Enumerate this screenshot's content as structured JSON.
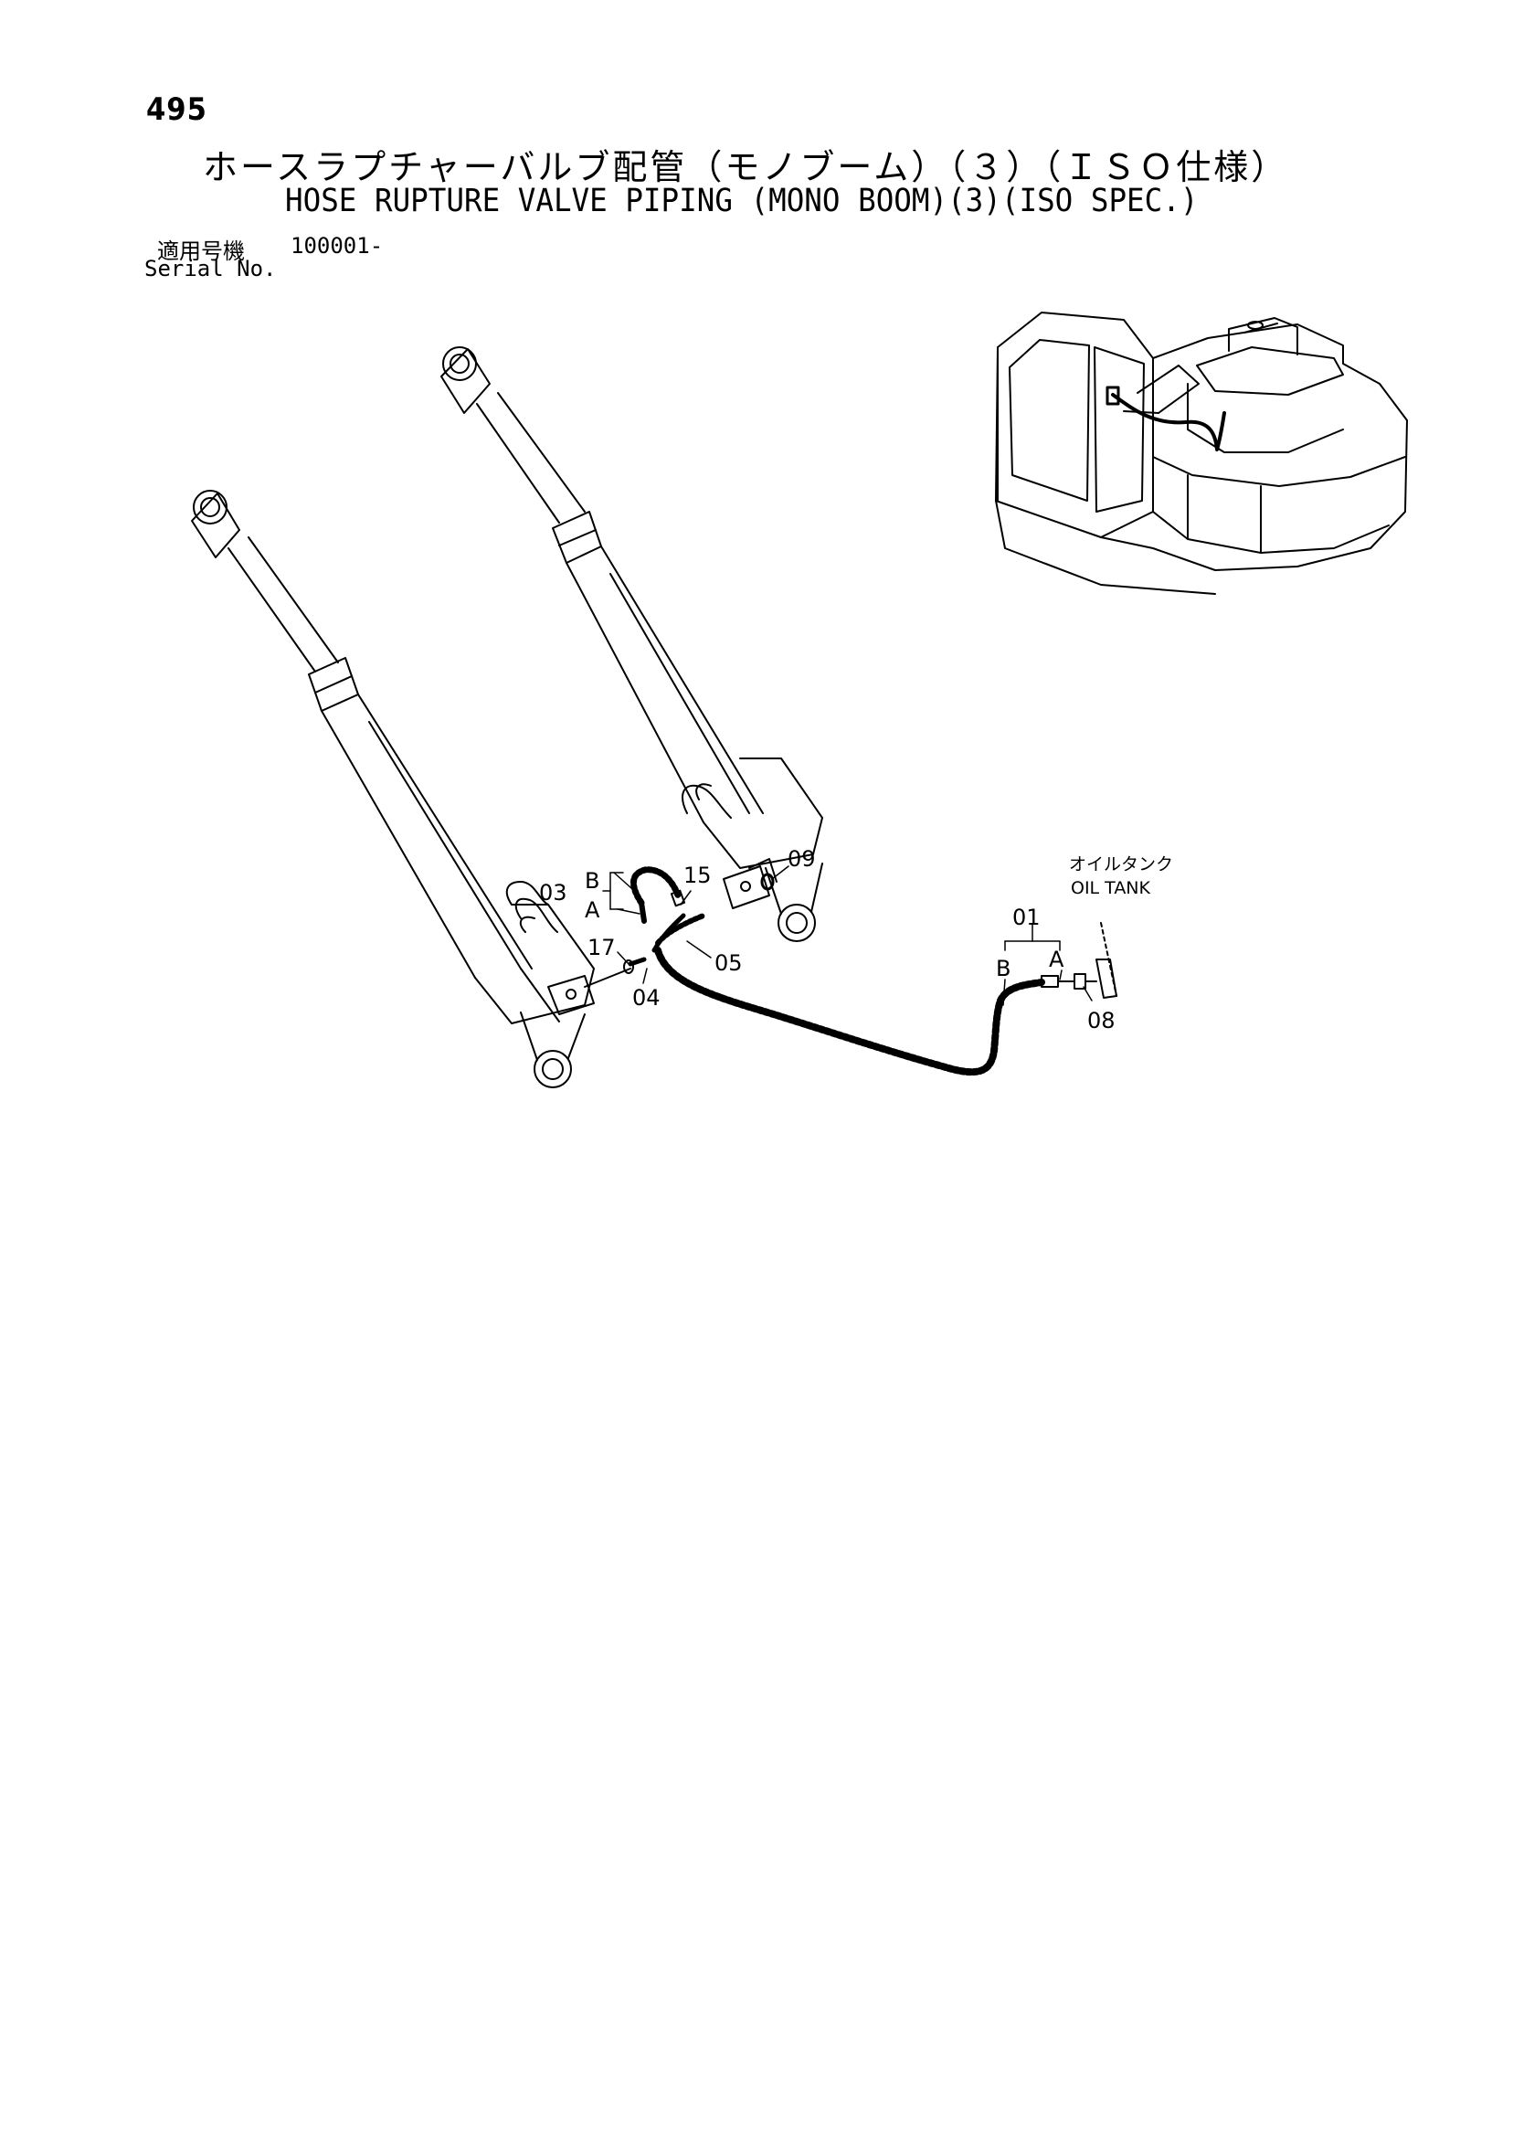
{
  "header": {
    "page_number": "495",
    "title_ja": "ホースラプチャーバルブ配管（モノブーム）（３）（ＩＳＯ仕様）",
    "title_en": "HOSE RUPTURE VALVE PIPING (MONO BOOM)(3)(ISO SPEC.)",
    "serial_label_ja": "適用号機",
    "serial_value": "100001-",
    "serial_label_en": "Serial No."
  },
  "callouts": {
    "p01": "01",
    "p03": "03",
    "p04": "04",
    "p05": "05",
    "p08": "08",
    "p09": "09",
    "p15": "15",
    "p17": "17",
    "a_left": "A",
    "b_left": "B",
    "a_right": "A",
    "b_right": "B",
    "oil_tank_ja": "オイルタンク",
    "oil_tank_en": "OIL TANK"
  }
}
